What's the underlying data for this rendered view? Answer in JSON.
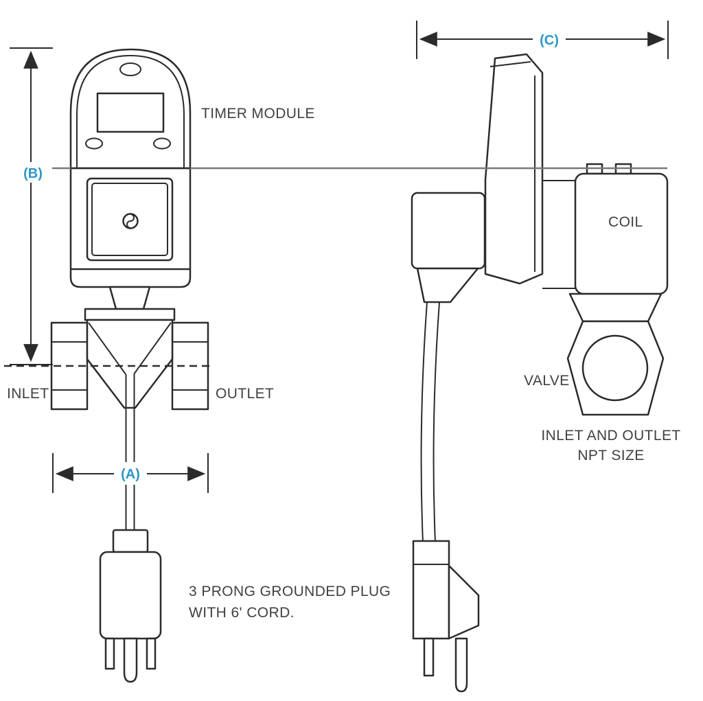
{
  "colors": {
    "outline": "#2d2a2e",
    "accent_blue": "#2d96c8",
    "reference_gray": "#77787b",
    "text": "#414042",
    "background": "#ffffff"
  },
  "front_view": {
    "timer_module_label": "TIMER MODULE",
    "inlet_label": "INLET",
    "outlet_label": "OUTLET",
    "plug_note_line1": "3 PRONG GROUNDED PLUG",
    "plug_note_line2": "WITH 6' CORD.",
    "dim_width": "(A)",
    "dim_height": "(B)"
  },
  "side_view": {
    "coil_label": "COIL",
    "valve_label": "VALVE",
    "npt_line1": "INLET AND OUTLET",
    "npt_line2": "NPT SIZE",
    "dim_depth": "(C)"
  }
}
